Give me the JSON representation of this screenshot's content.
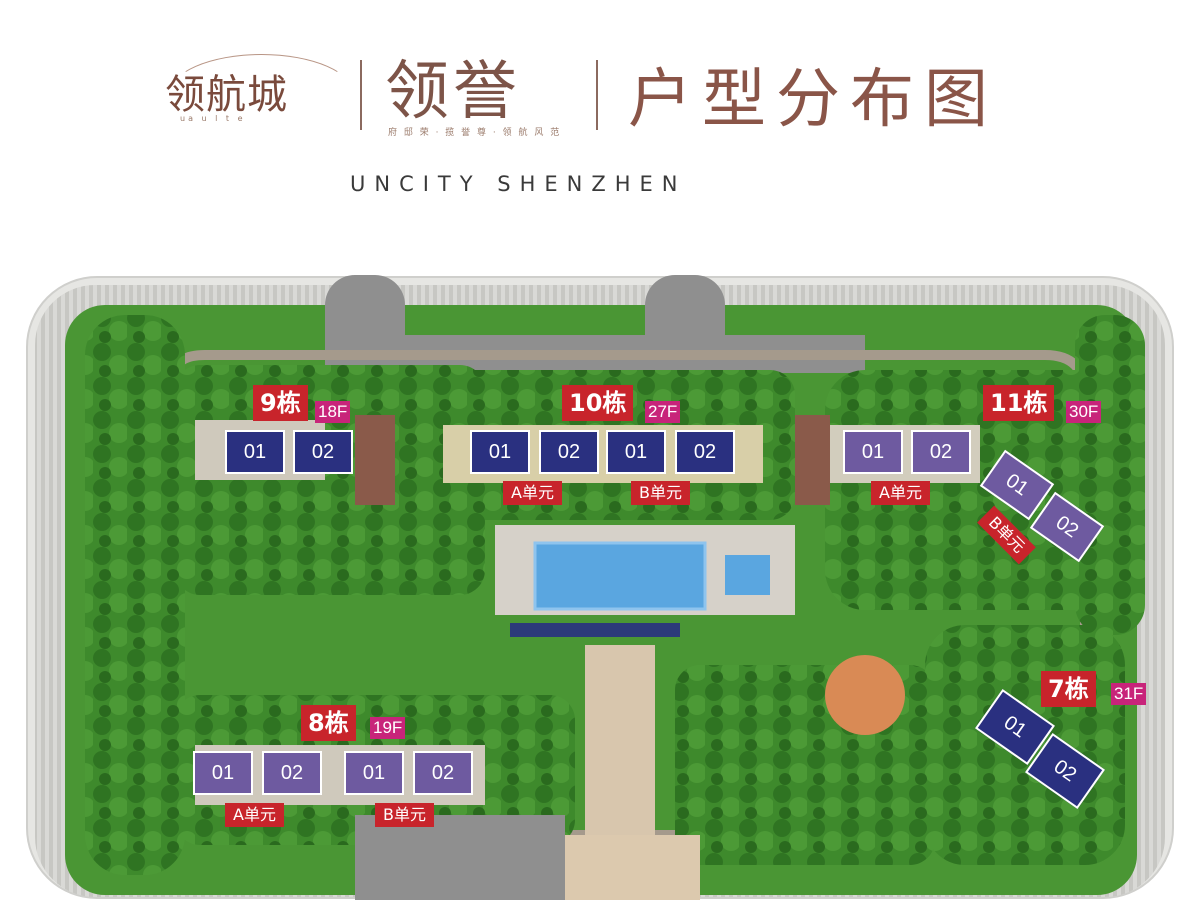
{
  "header": {
    "logo_lingcheng": "领航城",
    "logo_lingcheng_sub": "ua u l t e",
    "logo_lingyu": "领誉",
    "logo_lingyu_sub": "府 邸 荣 · 揽 誉 尊 · 领 航 风 范",
    "title": "户型分布图",
    "subtitle": "UNCITY SHENZHEN"
  },
  "buildings": [
    {
      "id": "9",
      "name": "9栋",
      "floors": "18F",
      "units": [
        {
          "label": "01",
          "color": "navy"
        },
        {
          "label": "02",
          "color": "navy"
        }
      ],
      "unit_groups": []
    },
    {
      "id": "10",
      "name": "10栋",
      "floors": "27F",
      "units": [
        {
          "label": "01",
          "color": "navy"
        },
        {
          "label": "02",
          "color": "navy"
        },
        {
          "label": "01",
          "color": "navy"
        },
        {
          "label": "02",
          "color": "navy"
        }
      ],
      "unit_groups": [
        "A单元",
        "B单元"
      ]
    },
    {
      "id": "11",
      "name": "11栋",
      "floors": "30F",
      "units": [
        {
          "label": "01",
          "color": "purple"
        },
        {
          "label": "02",
          "color": "purple"
        },
        {
          "label": "01",
          "color": "purple"
        },
        {
          "label": "02",
          "color": "purple"
        }
      ],
      "unit_groups": [
        "A单元",
        "B单元"
      ]
    },
    {
      "id": "8",
      "name": "8栋",
      "floors": "19F",
      "units": [
        {
          "label": "01",
          "color": "purple"
        },
        {
          "label": "02",
          "color": "purple"
        },
        {
          "label": "01",
          "color": "purple"
        },
        {
          "label": "02",
          "color": "purple"
        }
      ],
      "unit_groups": [
        "A单元",
        "B单元"
      ]
    },
    {
      "id": "7",
      "name": "7栋",
      "floors": "31F",
      "units": [
        {
          "label": "01",
          "color": "navy"
        },
        {
          "label": "02",
          "color": "navy"
        }
      ],
      "unit_groups": []
    }
  ],
  "colors": {
    "building_label": "#c8242b",
    "floors_badge": "#c8247a",
    "unit_navy": "#2a3080",
    "unit_purple": "#6e5aa0",
    "greenery": "#3f8a2e",
    "pool": "#5aa6e0",
    "road": "#8f8f8f"
  }
}
